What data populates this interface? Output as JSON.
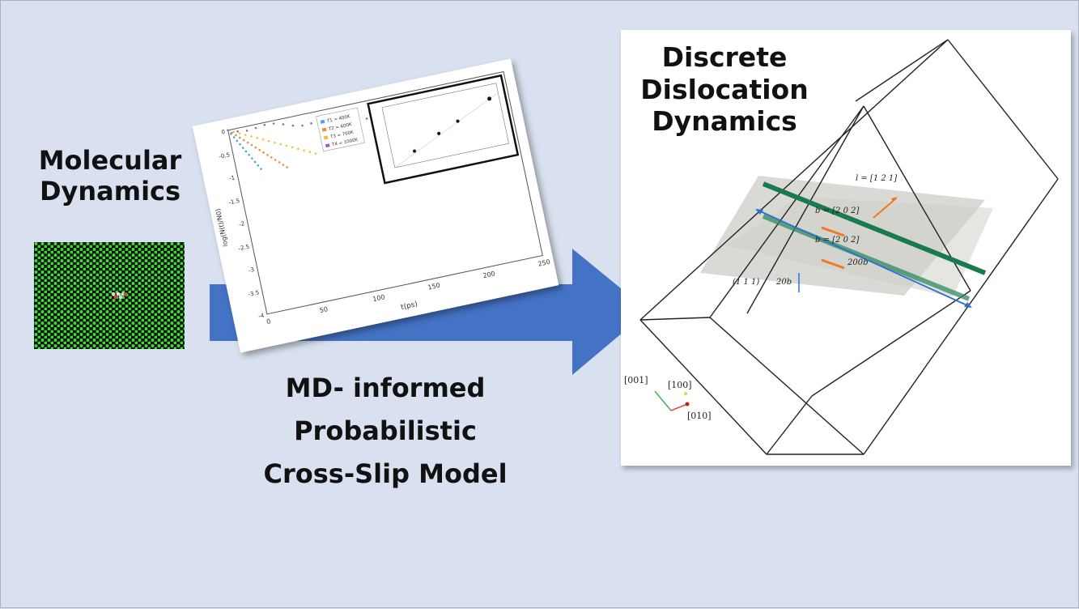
{
  "md_section": {
    "title_line1": "Molecular",
    "title_line2": "Dynamics"
  },
  "model_section": {
    "line1": "MD- informed",
    "line2": "Probabilistic",
    "line3": "Cross-Slip Model"
  },
  "ddd_section": {
    "title_line1": "Discrete",
    "title_line2": "Dislocation",
    "title_line3": "Dynamics"
  },
  "plot": {
    "xlabel": "t(ps)",
    "ylabel": "log(N(t)/N0)",
    "x_ticks": [
      "0",
      "50",
      "100",
      "150",
      "200",
      "250"
    ],
    "y_ticks": [
      "0",
      "-0.5",
      "-1",
      "-1.5",
      "-2",
      "-2.5",
      "-3",
      "-3.5",
      "-4"
    ],
    "legend": [
      "T1 = 400K",
      "T2 = 600K",
      "T3 = 700K",
      "T4 = 1000K"
    ],
    "series_colors": [
      "#4aa3df",
      "#f08a3c",
      "#f2c037",
      "#9a5fc0"
    ]
  },
  "ddd_labels": {
    "l_vec": "l = [1 2 1]",
    "b_vec_1": "b = [2 0 2]",
    "b_vec_2": "b = [2 0 2]",
    "length": "200b",
    "plane": "(1 1 1)",
    "spacing": "20b",
    "axis_001": "[001]",
    "axis_100": "[100]",
    "axis_010": "[010]"
  },
  "colors": {
    "background": "#d9e1f0",
    "arrow": "#4472c4",
    "dislocation_green": "#1b7a4d",
    "blue_line": "#2f6fd1",
    "orange_arrow": "#f07a22"
  }
}
